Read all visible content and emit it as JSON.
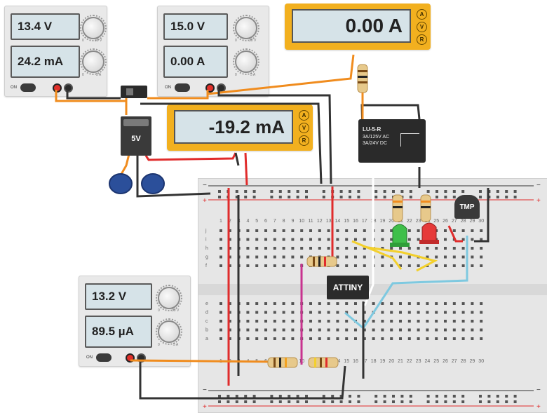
{
  "psu_top_left": {
    "voltage": "13.4 V",
    "current": "24.2 mA",
    "on_label": "ON",
    "knob_v_min": "0",
    "knob_v_max": "30 V",
    "knob_i_min": "0",
    "knob_i_max": "5 A"
  },
  "psu_top_mid": {
    "voltage": "15.0 V",
    "current": "0.00 A",
    "on_label": "ON",
    "knob_v_min": "0",
    "knob_v_max": "30 V",
    "knob_i_min": "0",
    "knob_i_max": "5 A"
  },
  "psu_bottom": {
    "voltage": "13.2 V",
    "current": "89.5 µA",
    "on_label": "ON",
    "knob_v_min": "0",
    "knob_v_max": "30 V",
    "knob_i_min": "0",
    "knob_i_max": "5 A"
  },
  "meter_top": {
    "reading": "0.00 A",
    "btn_a": "A",
    "btn_v": "V",
    "btn_r": "R"
  },
  "meter_mid": {
    "reading": "-19.2 mA",
    "btn_a": "A",
    "btn_v": "V",
    "btn_r": "R"
  },
  "regulator": {
    "label": "5V"
  },
  "relay": {
    "model": "LU-5-R",
    "line1": "3A/125V AC",
    "line2": "3A/24V  DC"
  },
  "chip": {
    "label": "ATTINY"
  },
  "temp_sensor": {
    "label": "TMP"
  },
  "breadboard": {
    "col_numbers": [
      "1",
      "2",
      "3",
      "4",
      "5",
      "6",
      "7",
      "8",
      "9",
      "10",
      "11",
      "12",
      "13",
      "14",
      "15",
      "16",
      "17",
      "18",
      "19",
      "20",
      "21",
      "22",
      "23",
      "24",
      "25",
      "26",
      "27",
      "28",
      "29",
      "30"
    ],
    "rows_top": [
      "j",
      "i",
      "h",
      "g",
      "f"
    ],
    "rows_bottom": [
      "e",
      "d",
      "c",
      "b",
      "a"
    ]
  },
  "colors": {
    "wire_orange": "#f08c1e",
    "wire_red": "#e02c2c",
    "wire_black": "#333333",
    "wire_yellow": "#f3d02c",
    "wire_cyan": "#7ec9e0",
    "wire_magenta": "#c8338f",
    "meter_yellow": "#f2b01f"
  }
}
